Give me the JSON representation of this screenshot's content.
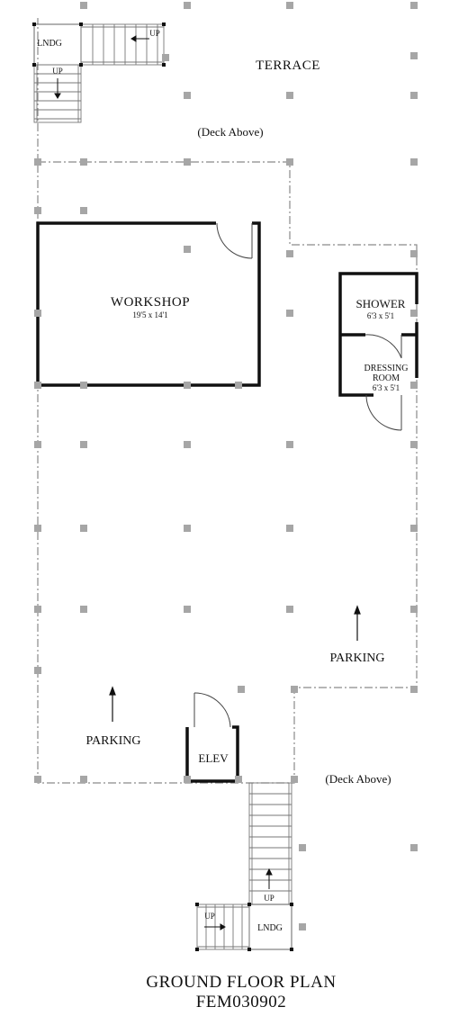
{
  "labels": {
    "terrace": "TERRACE",
    "deck_above_top": "(Deck Above)",
    "deck_above_bottom": "(Deck Above)",
    "workshop": "WORKSHOP",
    "workshop_dims": "19'5 x 14'1",
    "shower": "SHOWER",
    "shower_dims": "6'3 x 5'1",
    "dressing_line1": "DRESSING",
    "dressing_line2": "ROOM",
    "dressing_dims": "6'3 x 5'1",
    "parking_right": "PARKING",
    "parking_left": "PARKING",
    "elev": "ELEV",
    "lndg_top": "LNDG",
    "lndg_bottom": "LNDG",
    "up_top_stair": "UP",
    "up_left_stair": "UP",
    "up_bottom_stair": "UP",
    "up_bottom_left_stair": "UP"
  },
  "title": {
    "line1": "GROUND FLOOR PLAN",
    "line2": "FEM030902"
  },
  "colors": {
    "wall": "#111111",
    "outline": "#888888",
    "column": "#a6a6a6"
  }
}
